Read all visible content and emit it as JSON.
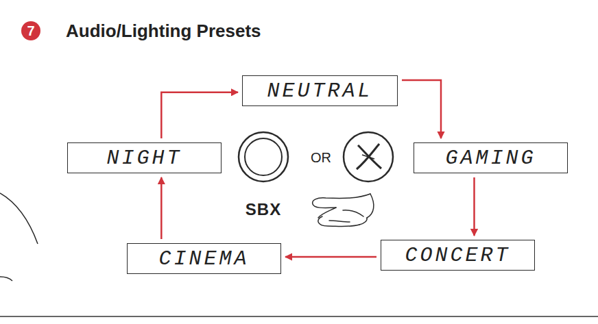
{
  "diagram": {
    "title": "Audio/Lighting Presets",
    "nodes": [
      {
        "text": [
          "NEUTRAL"
        ]
      },
      {
        "text": [
          "NIGHT"
        ]
      },
      {
        "text": [
          "SBX"
        ]
      },
      {
        "text": [
          "GAMING"
        ]
      },
      {
        "text": [
          "CINEMA"
        ]
      },
      {
        "text": [
          "CONCERT"
        ]
      }
    ],
    "edges": [
      {
        "from": 0,
        "to": 3,
        "arrow": "to"
      },
      {
        "from": 3,
        "to": 5,
        "arrow": "to"
      },
      {
        "from": 5,
        "to": 4,
        "arrow": "to"
      },
      {
        "from": 4,
        "to": 1,
        "arrow": "to"
      },
      {
        "from": 1,
        "to": 0,
        "arrow": "to"
      }
    ],
    "labels": [
      "7",
      "OR"
    ]
  }
}
